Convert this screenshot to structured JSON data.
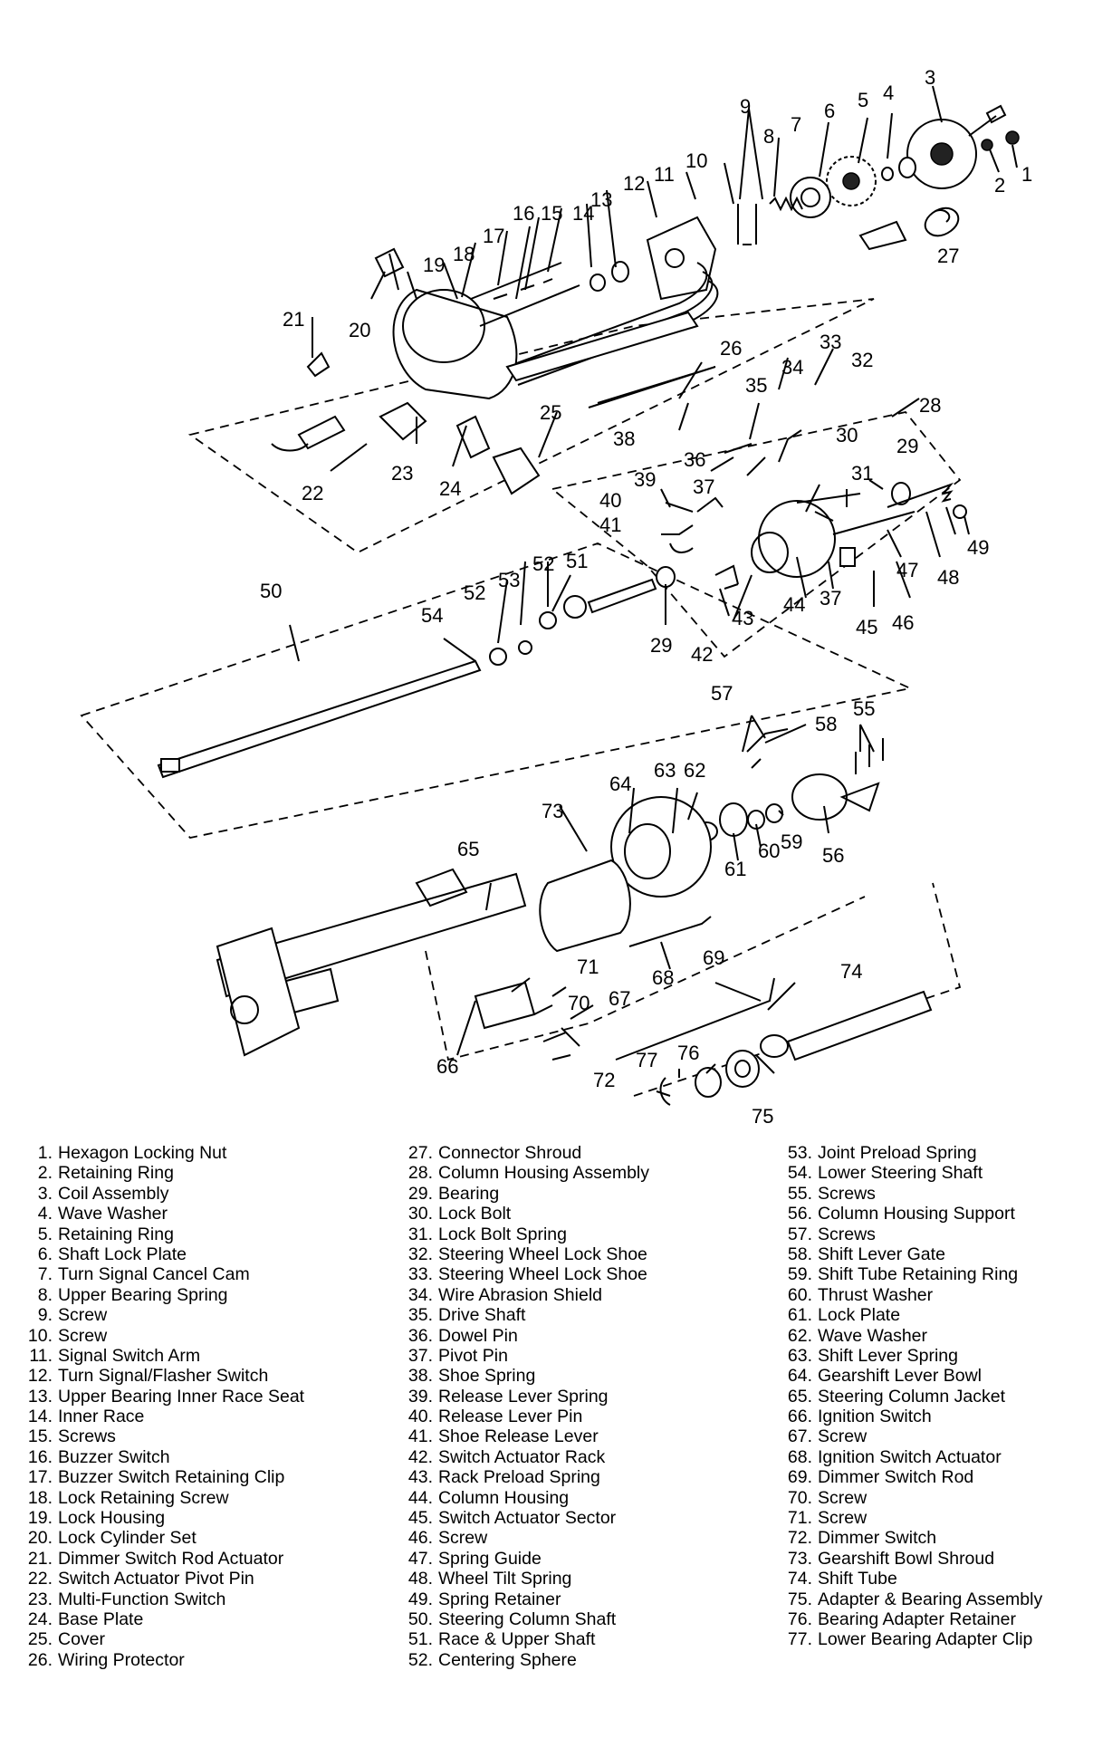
{
  "callouts": [
    "1",
    "2",
    "3",
    "4",
    "5",
    "6",
    "7",
    "8",
    "9",
    "10",
    "11",
    "12",
    "13",
    "14",
    "15",
    "16",
    "17",
    "18",
    "19",
    "20",
    "21",
    "22",
    "23",
    "24",
    "25",
    "26",
    "27",
    "28",
    "29",
    "30",
    "31",
    "32",
    "33",
    "34",
    "35",
    "36",
    "37",
    "38",
    "39",
    "40",
    "41",
    "42",
    "43",
    "44",
    "45",
    "46",
    "47",
    "48",
    "49",
    "50",
    "51",
    "52",
    "53",
    "54",
    "55",
    "56",
    "57",
    "58",
    "59",
    "60",
    "61",
    "62",
    "63",
    "64",
    "65",
    "66",
    "67",
    "68",
    "69",
    "70",
    "71",
    "72",
    "73",
    "74",
    "75",
    "76",
    "77"
  ],
  "legend": {
    "col1": [
      {
        "num": "1.",
        "label": "Hexagon Locking Nut"
      },
      {
        "num": "2.",
        "label": "Retaining Ring"
      },
      {
        "num": "3.",
        "label": "Coil Assembly"
      },
      {
        "num": "4.",
        "label": "Wave Washer"
      },
      {
        "num": "5.",
        "label": "Retaining Ring"
      },
      {
        "num": "6.",
        "label": "Shaft Lock Plate"
      },
      {
        "num": "7.",
        "label": "Turn Signal Cancel Cam"
      },
      {
        "num": "8.",
        "label": "Upper Bearing Spring"
      },
      {
        "num": "9.",
        "label": "Screw"
      },
      {
        "num": "10.",
        "label": "Screw"
      },
      {
        "num": "11.",
        "label": "Signal Switch Arm"
      },
      {
        "num": "12.",
        "label": "Turn Signal/Flasher Switch"
      },
      {
        "num": "13.",
        "label": "Upper Bearing Inner Race Seat"
      },
      {
        "num": "14.",
        "label": "Inner Race"
      },
      {
        "num": "15.",
        "label": "Screws"
      },
      {
        "num": "16.",
        "label": "Buzzer Switch"
      },
      {
        "num": "17.",
        "label": "Buzzer Switch Retaining Clip"
      },
      {
        "num": "18.",
        "label": "Lock Retaining Screw"
      },
      {
        "num": "19.",
        "label": "Lock Housing"
      },
      {
        "num": "20.",
        "label": "Lock Cylinder Set"
      },
      {
        "num": "21.",
        "label": "Dimmer Switch Rod Actuator"
      },
      {
        "num": "22.",
        "label": "Switch Actuator Pivot Pin"
      },
      {
        "num": "23.",
        "label": "Multi-Function Switch"
      },
      {
        "num": "24.",
        "label": "Base Plate"
      },
      {
        "num": "25.",
        "label": "Cover"
      },
      {
        "num": "26.",
        "label": "Wiring Protector"
      }
    ],
    "col2": [
      {
        "num": "27.",
        "label": "Connector Shroud"
      },
      {
        "num": "28.",
        "label": "Column Housing Assembly"
      },
      {
        "num": "29.",
        "label": "Bearing"
      },
      {
        "num": "30.",
        "label": "Lock Bolt"
      },
      {
        "num": "31.",
        "label": "Lock Bolt Spring"
      },
      {
        "num": "32.",
        "label": "Steering Wheel Lock Shoe"
      },
      {
        "num": "33.",
        "label": "Steering Wheel Lock Shoe"
      },
      {
        "num": "34.",
        "label": "Wire Abrasion Shield"
      },
      {
        "num": "35.",
        "label": "Drive Shaft"
      },
      {
        "num": "36.",
        "label": "Dowel Pin"
      },
      {
        "num": "37.",
        "label": "Pivot Pin"
      },
      {
        "num": "38.",
        "label": "Shoe Spring"
      },
      {
        "num": "39.",
        "label": "Release Lever Spring"
      },
      {
        "num": "40.",
        "label": "Release Lever Pin"
      },
      {
        "num": "41.",
        "label": "Shoe Release Lever"
      },
      {
        "num": "42.",
        "label": "Switch Actuator Rack"
      },
      {
        "num": "43.",
        "label": "Rack Preload Spring"
      },
      {
        "num": "44.",
        "label": "Column Housing"
      },
      {
        "num": "45.",
        "label": "Switch Actuator Sector"
      },
      {
        "num": "46.",
        "label": "Screw"
      },
      {
        "num": "47.",
        "label": "Spring Guide"
      },
      {
        "num": "48.",
        "label": "Wheel Tilt Spring"
      },
      {
        "num": "49.",
        "label": "Spring Retainer"
      },
      {
        "num": "50.",
        "label": "Steering Column Shaft"
      },
      {
        "num": "51.",
        "label": "Race & Upper Shaft"
      },
      {
        "num": "52.",
        "label": "Centering Sphere"
      }
    ],
    "col3": [
      {
        "num": "53.",
        "label": "Joint Preload Spring"
      },
      {
        "num": "54.",
        "label": "Lower Steering Shaft"
      },
      {
        "num": "55.",
        "label": "Screws"
      },
      {
        "num": "56.",
        "label": "Column Housing Support"
      },
      {
        "num": "57.",
        "label": "Screws"
      },
      {
        "num": "58.",
        "label": "Shift Lever Gate"
      },
      {
        "num": "59.",
        "label": "Shift Tube Retaining Ring"
      },
      {
        "num": "60.",
        "label": "Thrust Washer"
      },
      {
        "num": "61.",
        "label": "Lock Plate"
      },
      {
        "num": "62.",
        "label": "Wave Washer"
      },
      {
        "num": "63.",
        "label": "Shift Lever Spring"
      },
      {
        "num": "64.",
        "label": "Gearshift Lever Bowl"
      },
      {
        "num": "65.",
        "label": "Steering Column Jacket"
      },
      {
        "num": "66.",
        "label": "Ignition Switch"
      },
      {
        "num": "67.",
        "label": "Screw"
      },
      {
        "num": "68.",
        "label": "Ignition Switch Actuator"
      },
      {
        "num": "69.",
        "label": "Dimmer Switch Rod"
      },
      {
        "num": "70.",
        "label": "Screw"
      },
      {
        "num": "71.",
        "label": "Screw"
      },
      {
        "num": "72.",
        "label": "Dimmer Switch"
      },
      {
        "num": "73.",
        "label": "Gearshift Bowl Shroud"
      },
      {
        "num": "74.",
        "label": "Shift Tube"
      },
      {
        "num": "75.",
        "label": "Adapter & Bearing Assembly"
      },
      {
        "num": "76.",
        "label": "Bearing Adapter Retainer"
      },
      {
        "num": "77.",
        "label": "Lower Bearing Adapter Clip"
      }
    ]
  }
}
